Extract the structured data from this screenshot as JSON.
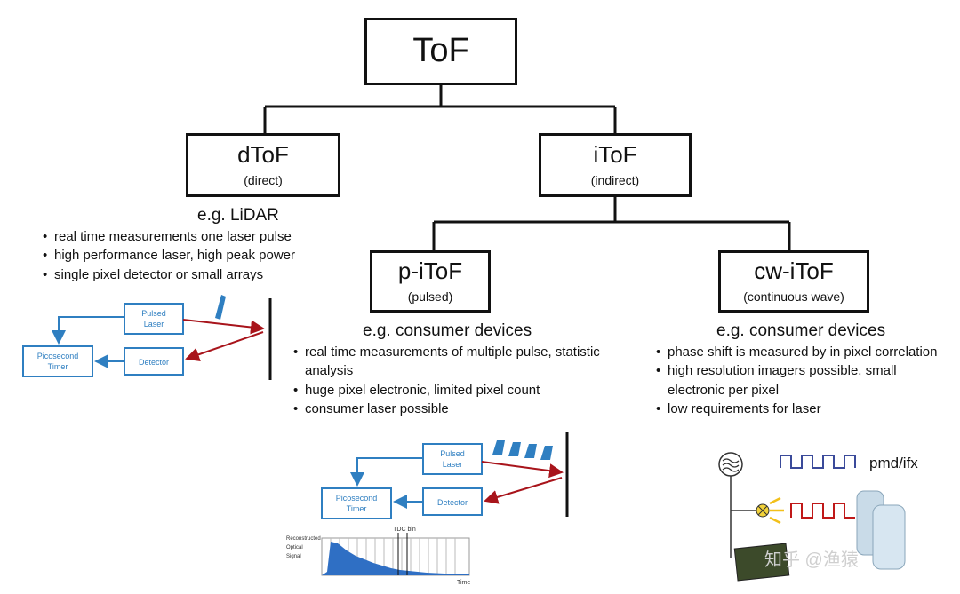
{
  "root": {
    "title": "ToF"
  },
  "dtof": {
    "title": "dToF",
    "subtitle": "(direct)",
    "example": "e.g. LiDAR",
    "points": [
      "real time measurements one laser pulse",
      "high performance laser, high peak power",
      "single pixel detector or small arrays"
    ],
    "diagram": {
      "laser": [
        "Pulsed",
        "Laser"
      ],
      "detector": "Detector",
      "timer": [
        "Picosecond",
        "Timer"
      ]
    }
  },
  "itof": {
    "title": "iToF",
    "subtitle": "(indirect)"
  },
  "piotf": {
    "title": "p-iToF",
    "subtitle": "(pulsed)",
    "example": "e.g. consumer devices",
    "points": [
      "real time measurements of  multiple pulse, statistic analysis",
      "huge pixel electronic, limited pixel count",
      "consumer laser possible"
    ],
    "diagram": {
      "laser": [
        "Pulsed",
        "Laser"
      ],
      "detector": "Detector",
      "timer": [
        "Picosecond",
        "Timer"
      ],
      "histogram_label": [
        "Reconstructed",
        "Optical",
        "Signal"
      ],
      "tdc_label": "TDC bin",
      "time_label": "Time"
    }
  },
  "cwitof": {
    "title": "cw-iToF",
    "subtitle": "(continuous wave)",
    "example": "e.g. consumer devices",
    "points": [
      "phase shift is measured by in pixel correlation",
      "high resolution imagers possible, small electronic per pixel",
      "low requirements for laser"
    ],
    "diagram": {
      "label": "pmd/ifx"
    }
  },
  "watermark": "知乎 @渔猿",
  "colors": {
    "arrow_red": "#a8141b",
    "diagram_blue": "#2f7fc1",
    "histogram_blue": "#2f6fc4"
  }
}
